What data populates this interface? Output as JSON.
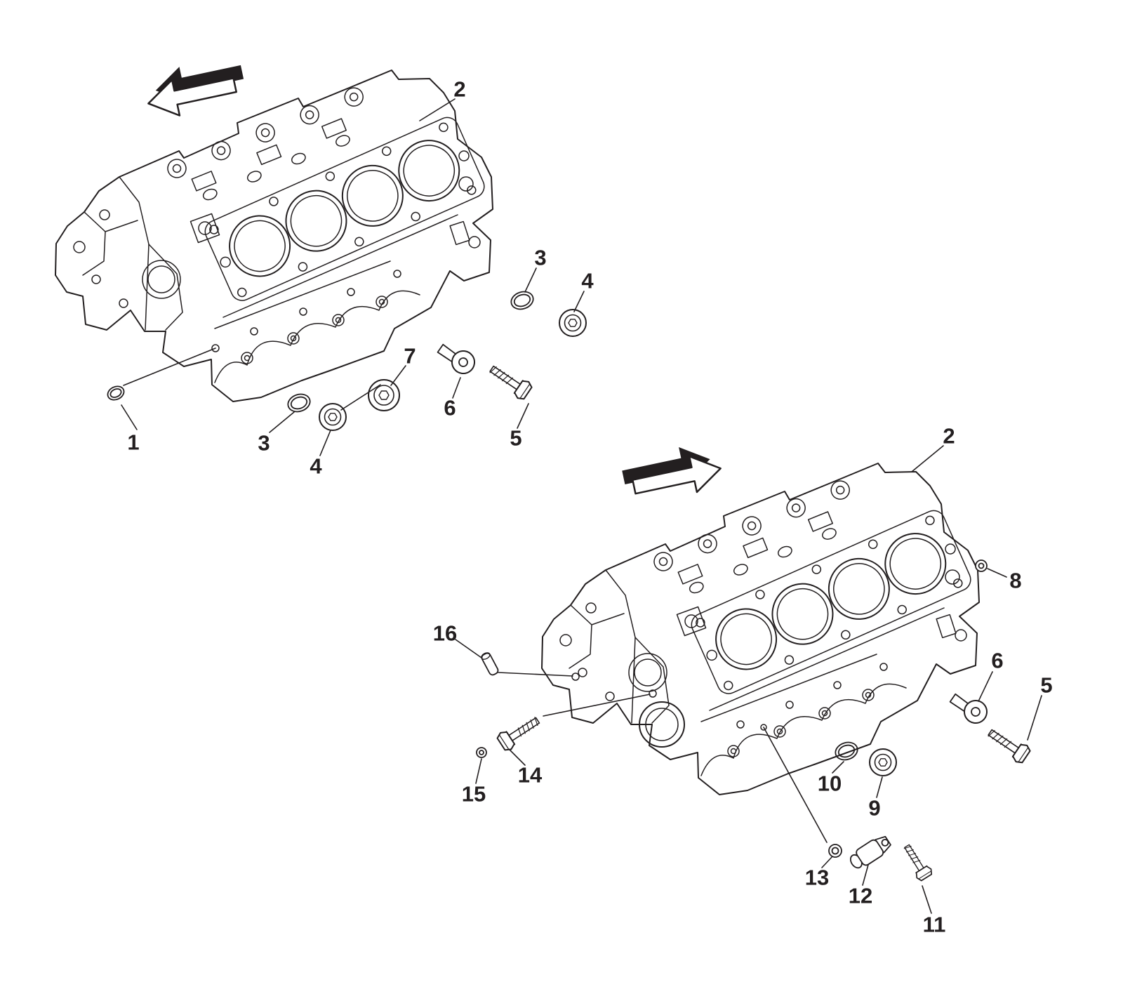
{
  "colors": {
    "background": "#ffffff",
    "line": "#231f20",
    "label": "#231f20"
  },
  "views": [
    {
      "name": "engine-block-view-1",
      "arrow_icon": "block-direction-arrow-left-icon",
      "callouts": [
        {
          "label": "2"
        },
        {
          "label": "3"
        },
        {
          "label": "4"
        },
        {
          "label": "7"
        },
        {
          "label": "6"
        },
        {
          "label": "5"
        },
        {
          "label": "1"
        },
        {
          "label": "3"
        },
        {
          "label": "4"
        }
      ]
    },
    {
      "name": "engine-block-view-2",
      "arrow_icon": "block-direction-arrow-right-icon",
      "callouts": [
        {
          "label": "2"
        },
        {
          "label": "8"
        },
        {
          "label": "16"
        },
        {
          "label": "6"
        },
        {
          "label": "5"
        },
        {
          "label": "10"
        },
        {
          "label": "9"
        },
        {
          "label": "15"
        },
        {
          "label": "14"
        },
        {
          "label": "13"
        },
        {
          "label": "12"
        },
        {
          "label": "11"
        }
      ]
    }
  ]
}
